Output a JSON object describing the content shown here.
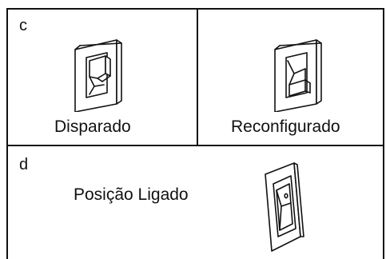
{
  "panels": {
    "c": {
      "letter": "c",
      "left_caption": "Disparado",
      "right_caption": "Reconfigurado",
      "left_icon": "tripped-rocker-switch-icon",
      "right_icon": "reset-rocker-switch-icon"
    },
    "d": {
      "letter": "d",
      "caption": "Posição Ligado",
      "icon": "on-position-rocker-switch-icon"
    }
  },
  "colors": {
    "line": "#111111",
    "background": "#ffffff"
  }
}
